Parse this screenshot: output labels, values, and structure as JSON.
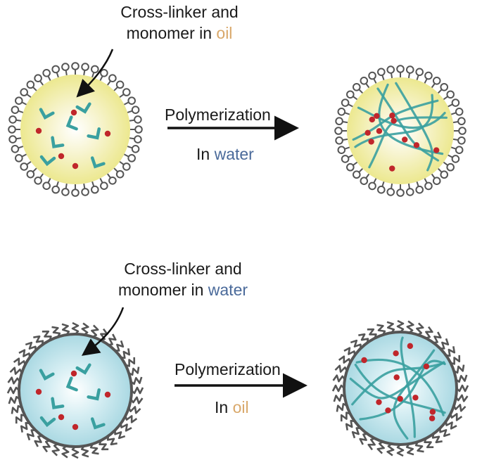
{
  "top_panel": {
    "callout_line1": "Cross-linker and",
    "callout_line2_prefix": "monomer in ",
    "callout_line2_solvent": "oil",
    "arrow_label_top": "Polymerization",
    "arrow_label_bottom_prefix": "In ",
    "arrow_label_bottom_solvent": "water"
  },
  "bottom_panel": {
    "callout_line1": "Cross-linker and",
    "callout_line2_prefix": "monomer in ",
    "callout_line2_solvent": "water",
    "arrow_label_top": "Polymerization",
    "arrow_label_bottom_prefix": "In ",
    "arrow_label_bottom_solvent": "oil"
  },
  "colors": {
    "oil_core": "#f2efb0",
    "water_core": "#bfe3ea",
    "monomer": "#3aa0a0",
    "crosslinker": "#c0262b",
    "surfactant_dark": "#555555",
    "oil_text": "#d9a86a",
    "water_text": "#4a6a9a"
  }
}
